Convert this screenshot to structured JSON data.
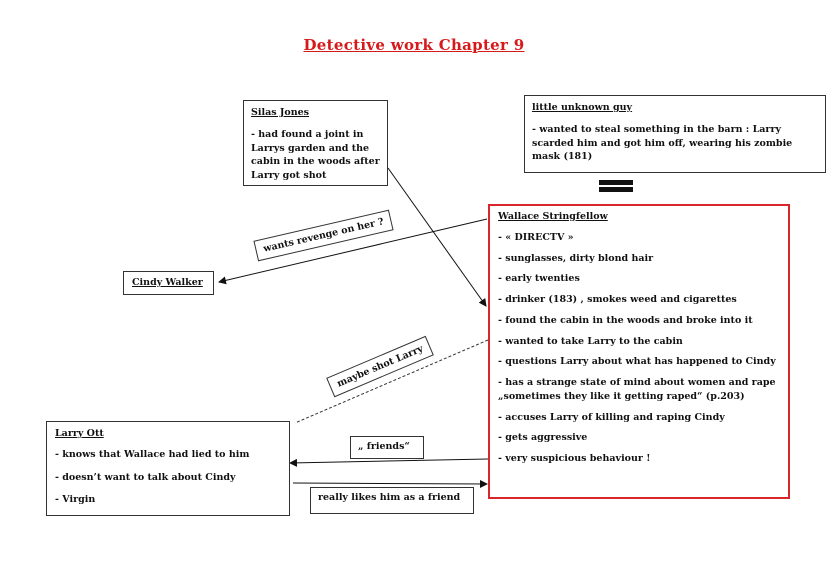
{
  "title": "Detective work Chapter 9",
  "silas": {
    "name": "Silas Jones",
    "text": "- had found a joint in Larrys garden and the cabin in the woods after Larry got shot"
  },
  "guy": {
    "name": "little unknown guy",
    "text": "- wanted to steal something in the barn : Larry scarded him and got him off, wearing his zombie mask (181)"
  },
  "cindy": {
    "name": "Cindy Walker"
  },
  "wallace": {
    "name": "Wallace Stringfellow",
    "items": [
      "- « DIRECTV »",
      "- sunglasses, dirty blond hair",
      "- early twenties",
      "- drinker (183) , smokes weed and cigarettes",
      "- found the cabin in the woods and broke into it",
      "- wanted to take Larry to the cabin",
      "- questions Larry about what has happened to Cindy",
      "- has a strange state of mind about women and rape „sometimes they like it getting raped“ (p.203)",
      "- accuses Larry of killing and raping Cindy",
      "- gets aggressive",
      "- very suspicious behaviour !"
    ]
  },
  "larry": {
    "name": "Larry Ott",
    "items": [
      "- knows that Wallace had lied to him",
      "- doesn’t want to talk about Cindy",
      "- Virgin"
    ]
  },
  "labels": {
    "revenge": "wants revenge on her ?",
    "maybe_shot": "maybe shot Larry",
    "friends": "„ friends“",
    "likes": "really likes him as a friend"
  }
}
